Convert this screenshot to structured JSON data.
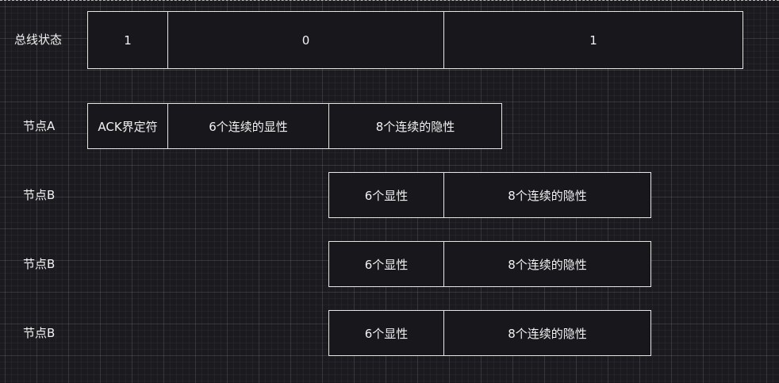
{
  "bus_state": {
    "label": "总线状态",
    "segments": [
      "1",
      "0",
      "1"
    ]
  },
  "node_a": {
    "label": "节点A",
    "segments": [
      "ACK界定符",
      "6个连续的显性",
      "8个连续的隐性"
    ]
  },
  "node_b_rows": [
    {
      "label": "节点B",
      "segments": [
        "6个显性",
        "8个连续的隐性"
      ]
    },
    {
      "label": "节点B",
      "segments": [
        "6个显性",
        "8个连续的隐性"
      ]
    },
    {
      "label": "节点B",
      "segments": [
        "6个显性",
        "8个连续的隐性"
      ]
    }
  ],
  "colors": {
    "background": "#1b1a1f",
    "box_fill": "#18171c",
    "border": "#e6e6e6",
    "text": "#f2f2f2"
  }
}
